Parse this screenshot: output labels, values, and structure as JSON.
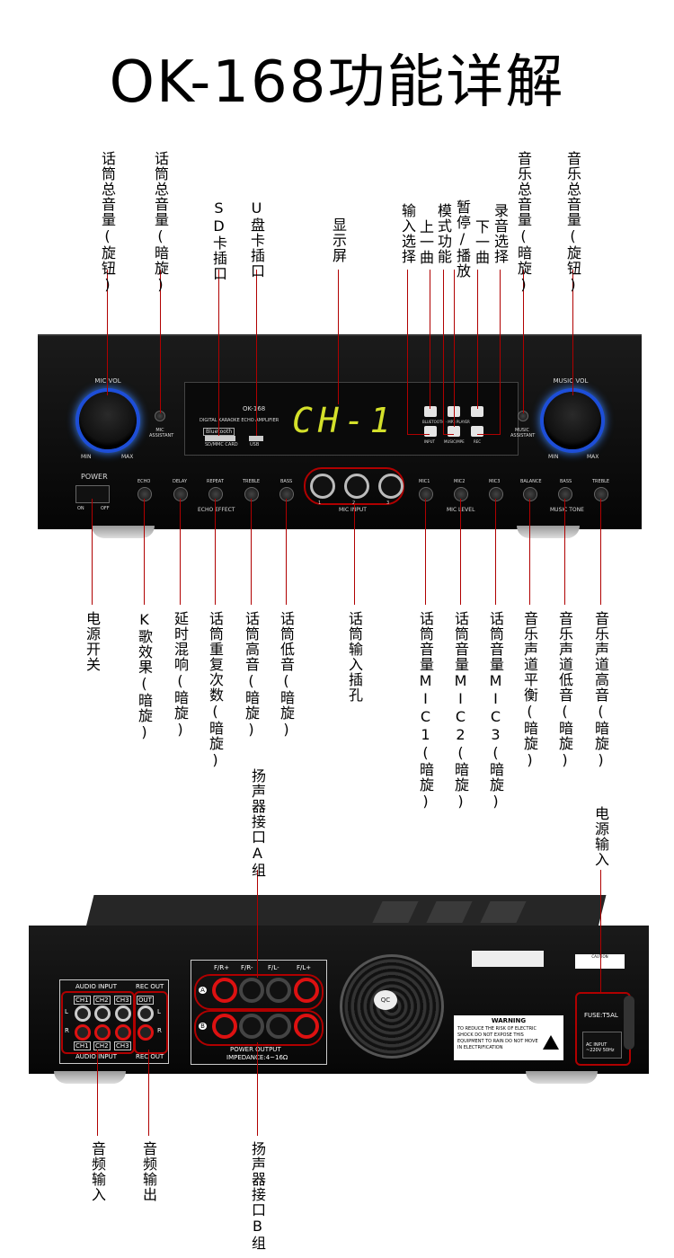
{
  "title": "OK-168功能详解",
  "top_labels": {
    "mic_master_knob": "话筒总音量(旋钮)",
    "mic_master_dark": "话筒总音量(暗旋)",
    "sd_slot": "SD卡插口",
    "usb_slot": "U盘卡插口",
    "display": "显示屏",
    "input_select": "输入选择",
    "prev_track": "上一曲",
    "mode_function": "模式功能",
    "pause_play": "暂停/播放",
    "next_track": "下一曲",
    "record_select": "录音选择",
    "music_master_dark": "音乐总音量(暗旋)",
    "music_master_knob": "音乐总音量(旋钮)"
  },
  "bottom_labels": {
    "power_switch": "电源开关",
    "k_song_effect": "K歌效果(暗旋)",
    "delay_reverb": "延时混响(暗旋)",
    "mic_repeat": "话筒重复次数(暗旋)",
    "mic_treble": "话筒高音(暗旋)",
    "mic_bass": "话筒低音(暗旋)",
    "mic_input_jack": "话筒输入插孔",
    "mic1_volume": "话筒音量MIC1(暗旋)",
    "mic2_volume": "话筒音量MIC2(暗旋)",
    "mic3_volume": "话筒音量MIC3(暗旋)",
    "music_balance": "音乐声道平衡(暗旋)",
    "music_bass": "音乐声道低音(暗旋)",
    "music_treble": "音乐声道高音(暗旋)"
  },
  "rear_labels": {
    "speaker_a": "扬声器接口A组",
    "power_input": "电源输入",
    "audio_input": "音频输入",
    "audio_output": "音频输出",
    "speaker_b": "扬声器接口B组"
  },
  "front_panel": {
    "mic_vol": "MIC VOL",
    "music_vol": "MUSIC VOL",
    "min": "MIN",
    "max": "MAX",
    "mic_assistant": "MIC ASSISTANT",
    "music_assistant": "MUSIC ASSISTANT",
    "model": "OK-168",
    "amp_text": "DIGITAL KARAOKE ECHO AMPLIFIER",
    "bluetooth": "Bluetooth",
    "sd_card": "SD/MMC CARD",
    "usb": "USB",
    "display_value": "CH-1",
    "bt_mp3": "BLUETOOTH · MP3 PLAYER",
    "btn_input": "INPUT",
    "btn_mode": "MUSIC/MPE",
    "btn_rec": "REC",
    "power": "POWER",
    "on": "ON",
    "off": "OFF",
    "echo": "ECHO",
    "delay": "DELAY",
    "repeat": "REPEAT",
    "treble": "TREBLE",
    "bass": "BASS",
    "echo_effect": "ECHO EFFECT",
    "mic_input": "MIC INPUT",
    "mic1": "MIC1",
    "mic2": "MIC2",
    "mic3": "MIC3",
    "mic_level": "MIC LEVEL",
    "balance": "BALANCE",
    "music_bass": "BASS",
    "music_treble": "TREBLE",
    "music_tone": "MUSIC TONE",
    "jack_1": "1",
    "jack_2": "2",
    "jack_3": "3"
  },
  "rear_panel": {
    "audio_input": "AUDIO INPUT",
    "rec_out": "REC OUT",
    "ch1": "CH1",
    "ch2": "CH2",
    "ch3": "CH3",
    "out": "OUT",
    "l": "L",
    "r": "R",
    "fr_plus": "F/R+",
    "fr_minus": "F/R-",
    "fl_minus": "F/L-",
    "fl_plus": "F/L+",
    "a": "A",
    "b": "B",
    "power_output": "POWER OUTPUT",
    "impedance": "IMPEDANCE:4~16Ω",
    "qc": "QC",
    "warning": "WARNING",
    "warning_text": "TO REDUCE THE RISK OF ELECTRIC SHOCK DO NOT EXPOSE THIS EQUIPMENT TO RAIN DO NOT MOVE IN ELECTRIFICATION",
    "fuse": "FUSE:T5AL",
    "ac_input": "AC INPUT ~220V 50Hz",
    "caution": "CAUTION"
  },
  "colors": {
    "accent_line": "#b00000",
    "knob_glow": "#3b82f6",
    "display_segment": "#d4e02a"
  }
}
